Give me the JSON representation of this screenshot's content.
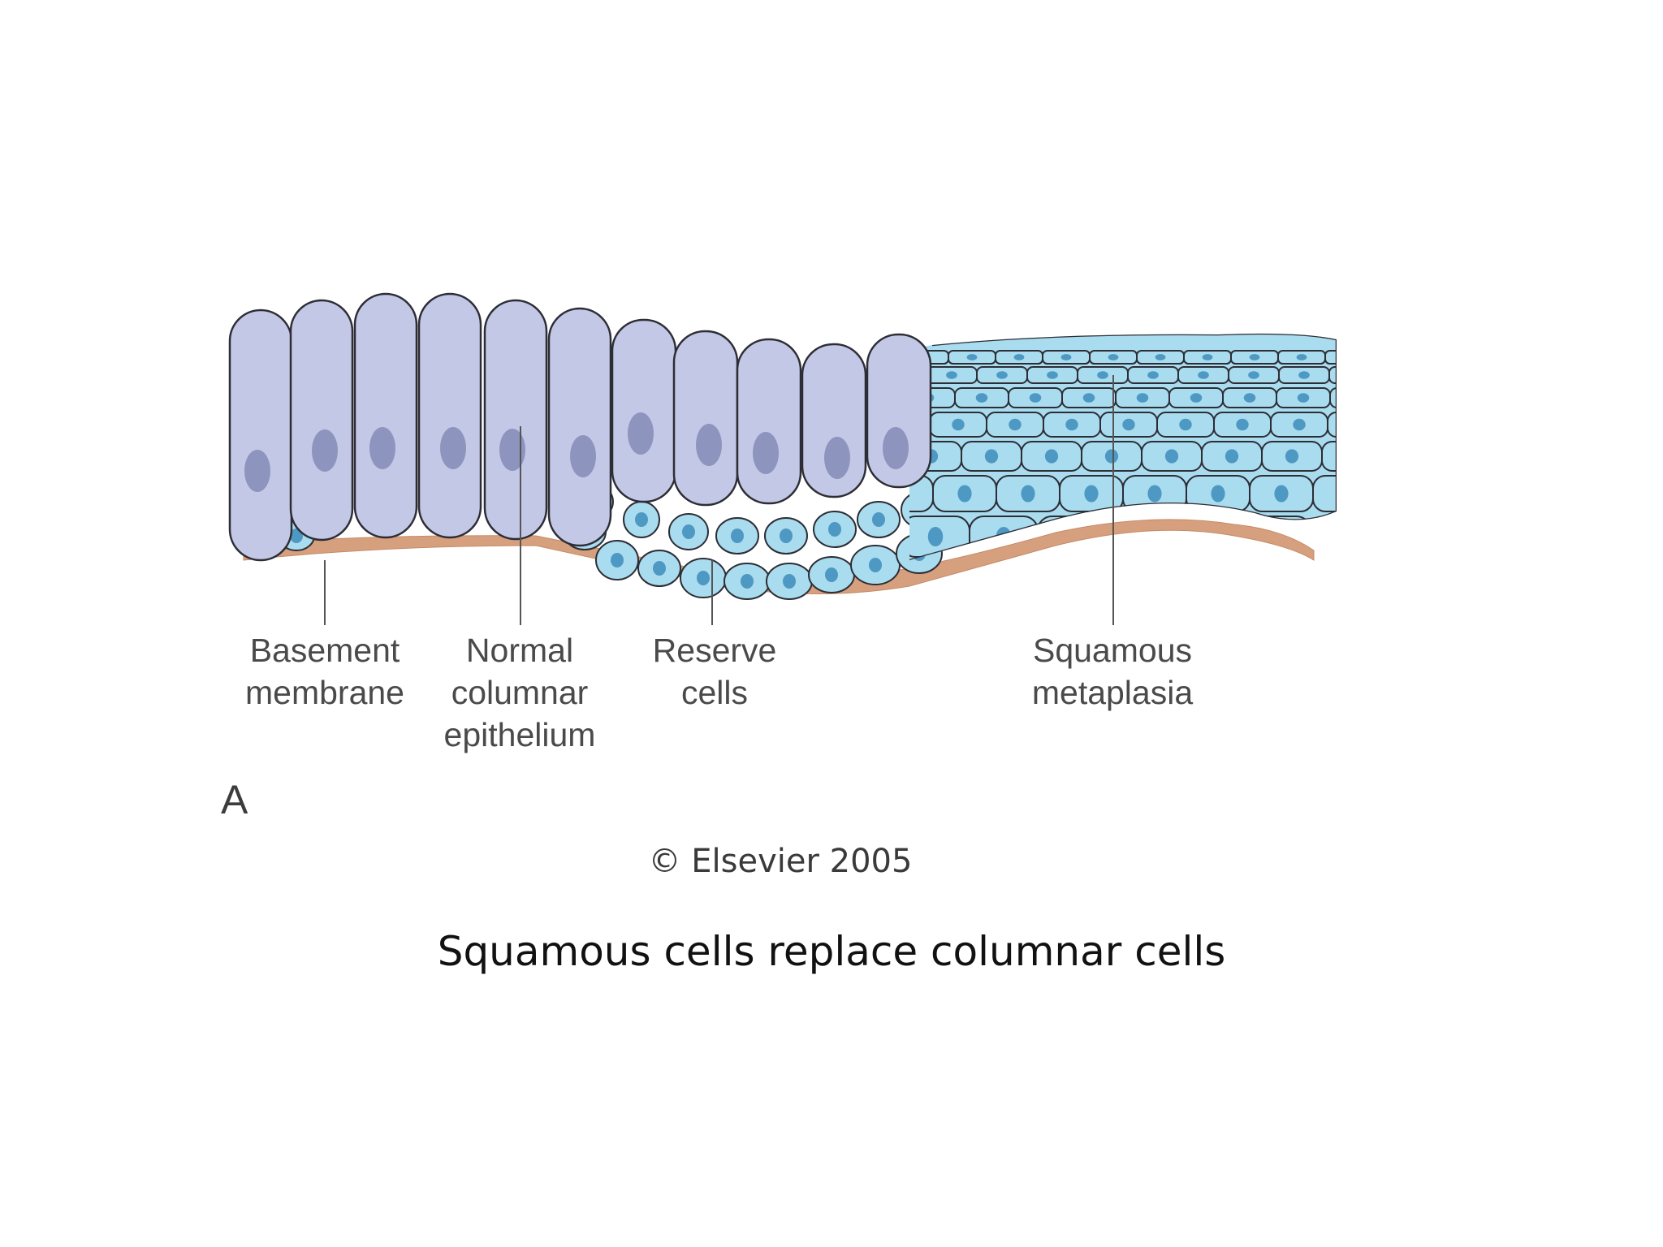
{
  "diagram": {
    "labels": {
      "basement_membrane": [
        "Basement",
        "membrane"
      ],
      "normal_columnar_epithelium": [
        "Normal",
        "columnar",
        "epithelium"
      ],
      "reserve_cells": [
        "Reserve",
        "cells"
      ],
      "squamous_metaplasia": [
        "Squamous",
        "metaplasia"
      ]
    },
    "panel_letter": "A",
    "copyright": "© Elsevier 2005"
  },
  "caption": "Squamous cells replace columnar cells",
  "colors": {
    "columnar_cell": "#c3c8e6",
    "columnar_nucleus": "#8d94be",
    "squamous_cell": "#a9dcee",
    "squamous_nucleus": "#4e98c4",
    "basement_membrane": "#d6a07e",
    "outline": "#2d2d35"
  }
}
